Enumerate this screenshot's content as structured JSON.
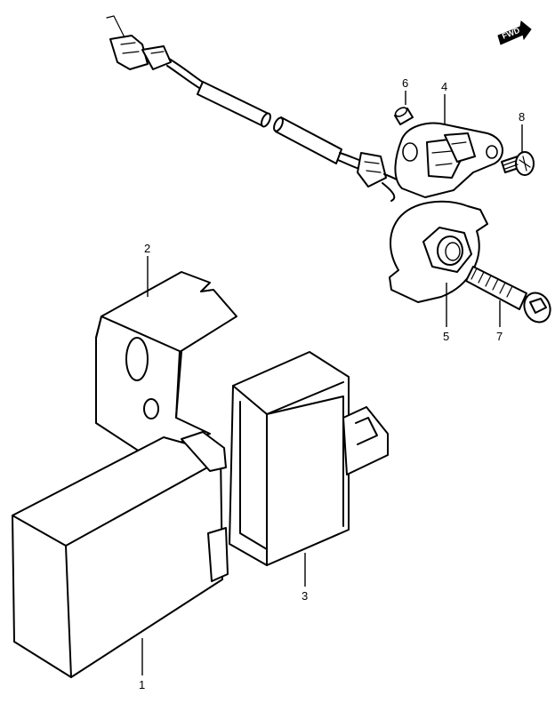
{
  "diagram": {
    "fwd_badge": {
      "text": "FWD"
    },
    "callouts": [
      {
        "id": "1",
        "label": "1"
      },
      {
        "id": "2",
        "label": "2"
      },
      {
        "id": "3",
        "label": "3"
      },
      {
        "id": "4",
        "label": "4"
      },
      {
        "id": "5",
        "label": "5"
      },
      {
        "id": "6",
        "label": "6"
      },
      {
        "id": "7",
        "label": "7"
      },
      {
        "id": "8",
        "label": "8"
      }
    ]
  }
}
